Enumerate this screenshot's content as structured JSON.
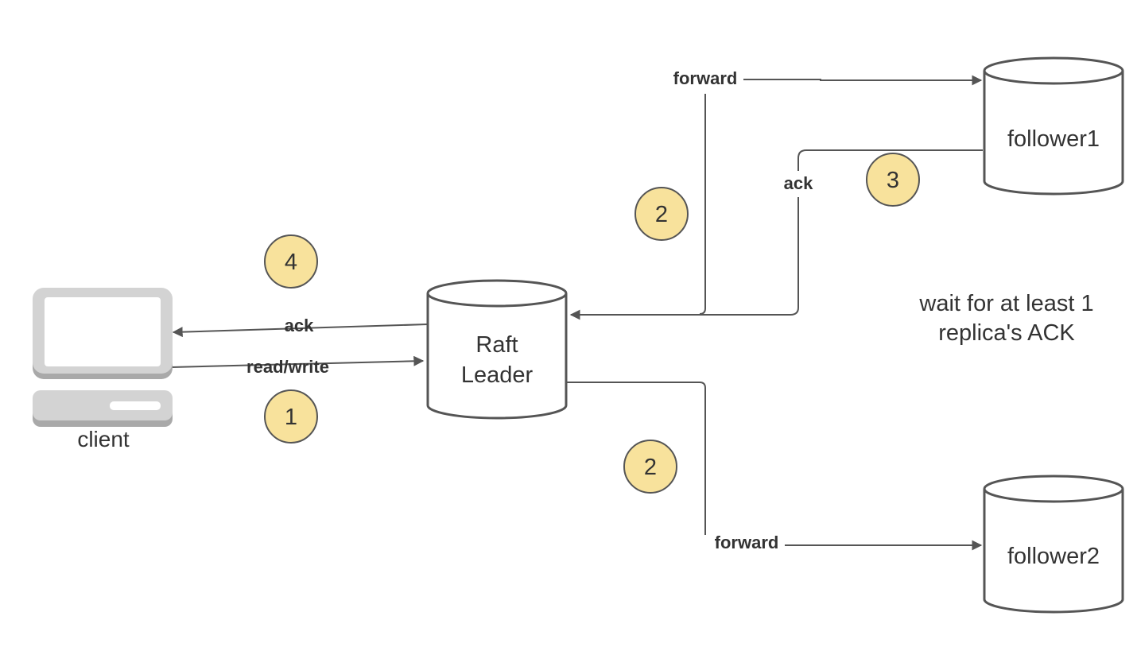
{
  "nodes": {
    "client": "client",
    "leader_line1": "Raft",
    "leader_line2": "Leader",
    "follower1": "follower1",
    "follower2": "follower2"
  },
  "edges": {
    "client_request": "read/write",
    "leader_ack": "ack",
    "forward_follower1": "forward",
    "follower1_ack": "ack",
    "forward_follower2": "forward"
  },
  "steps": {
    "request": "1",
    "forward_top": "2",
    "forward_bottom": "2",
    "follower_ack": "3",
    "client_ack": "4"
  },
  "note": {
    "line1": "wait for at least 1",
    "line2": "replica's ACK"
  },
  "colors": {
    "step_fill": "#F8E29C",
    "line": "#555555",
    "device_gray": "#D3D3D3",
    "device_dark": "#A9A9A9"
  }
}
